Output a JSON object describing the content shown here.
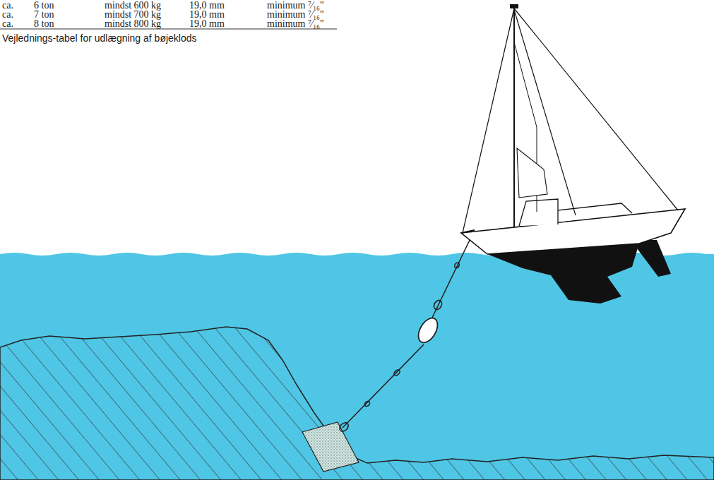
{
  "diagram": {
    "caption": "Vejlednings-tabel for udlægning af bøjeklods",
    "labels": [
      "ca.",
      "6 ton",
      "mindst 600 kg",
      "19,0 mm",
      "minimum ⁷⁄₁₆″",
      "ca.",
      "7 ton",
      "mindst 700 kg",
      "19,0 mm",
      "minimum ⁷⁄₁₆″",
      "ca.",
      "8 ton",
      "mindst 800 kg",
      "19,0 mm",
      "minimum ⁷⁄₁₆″"
    ]
  }
}
